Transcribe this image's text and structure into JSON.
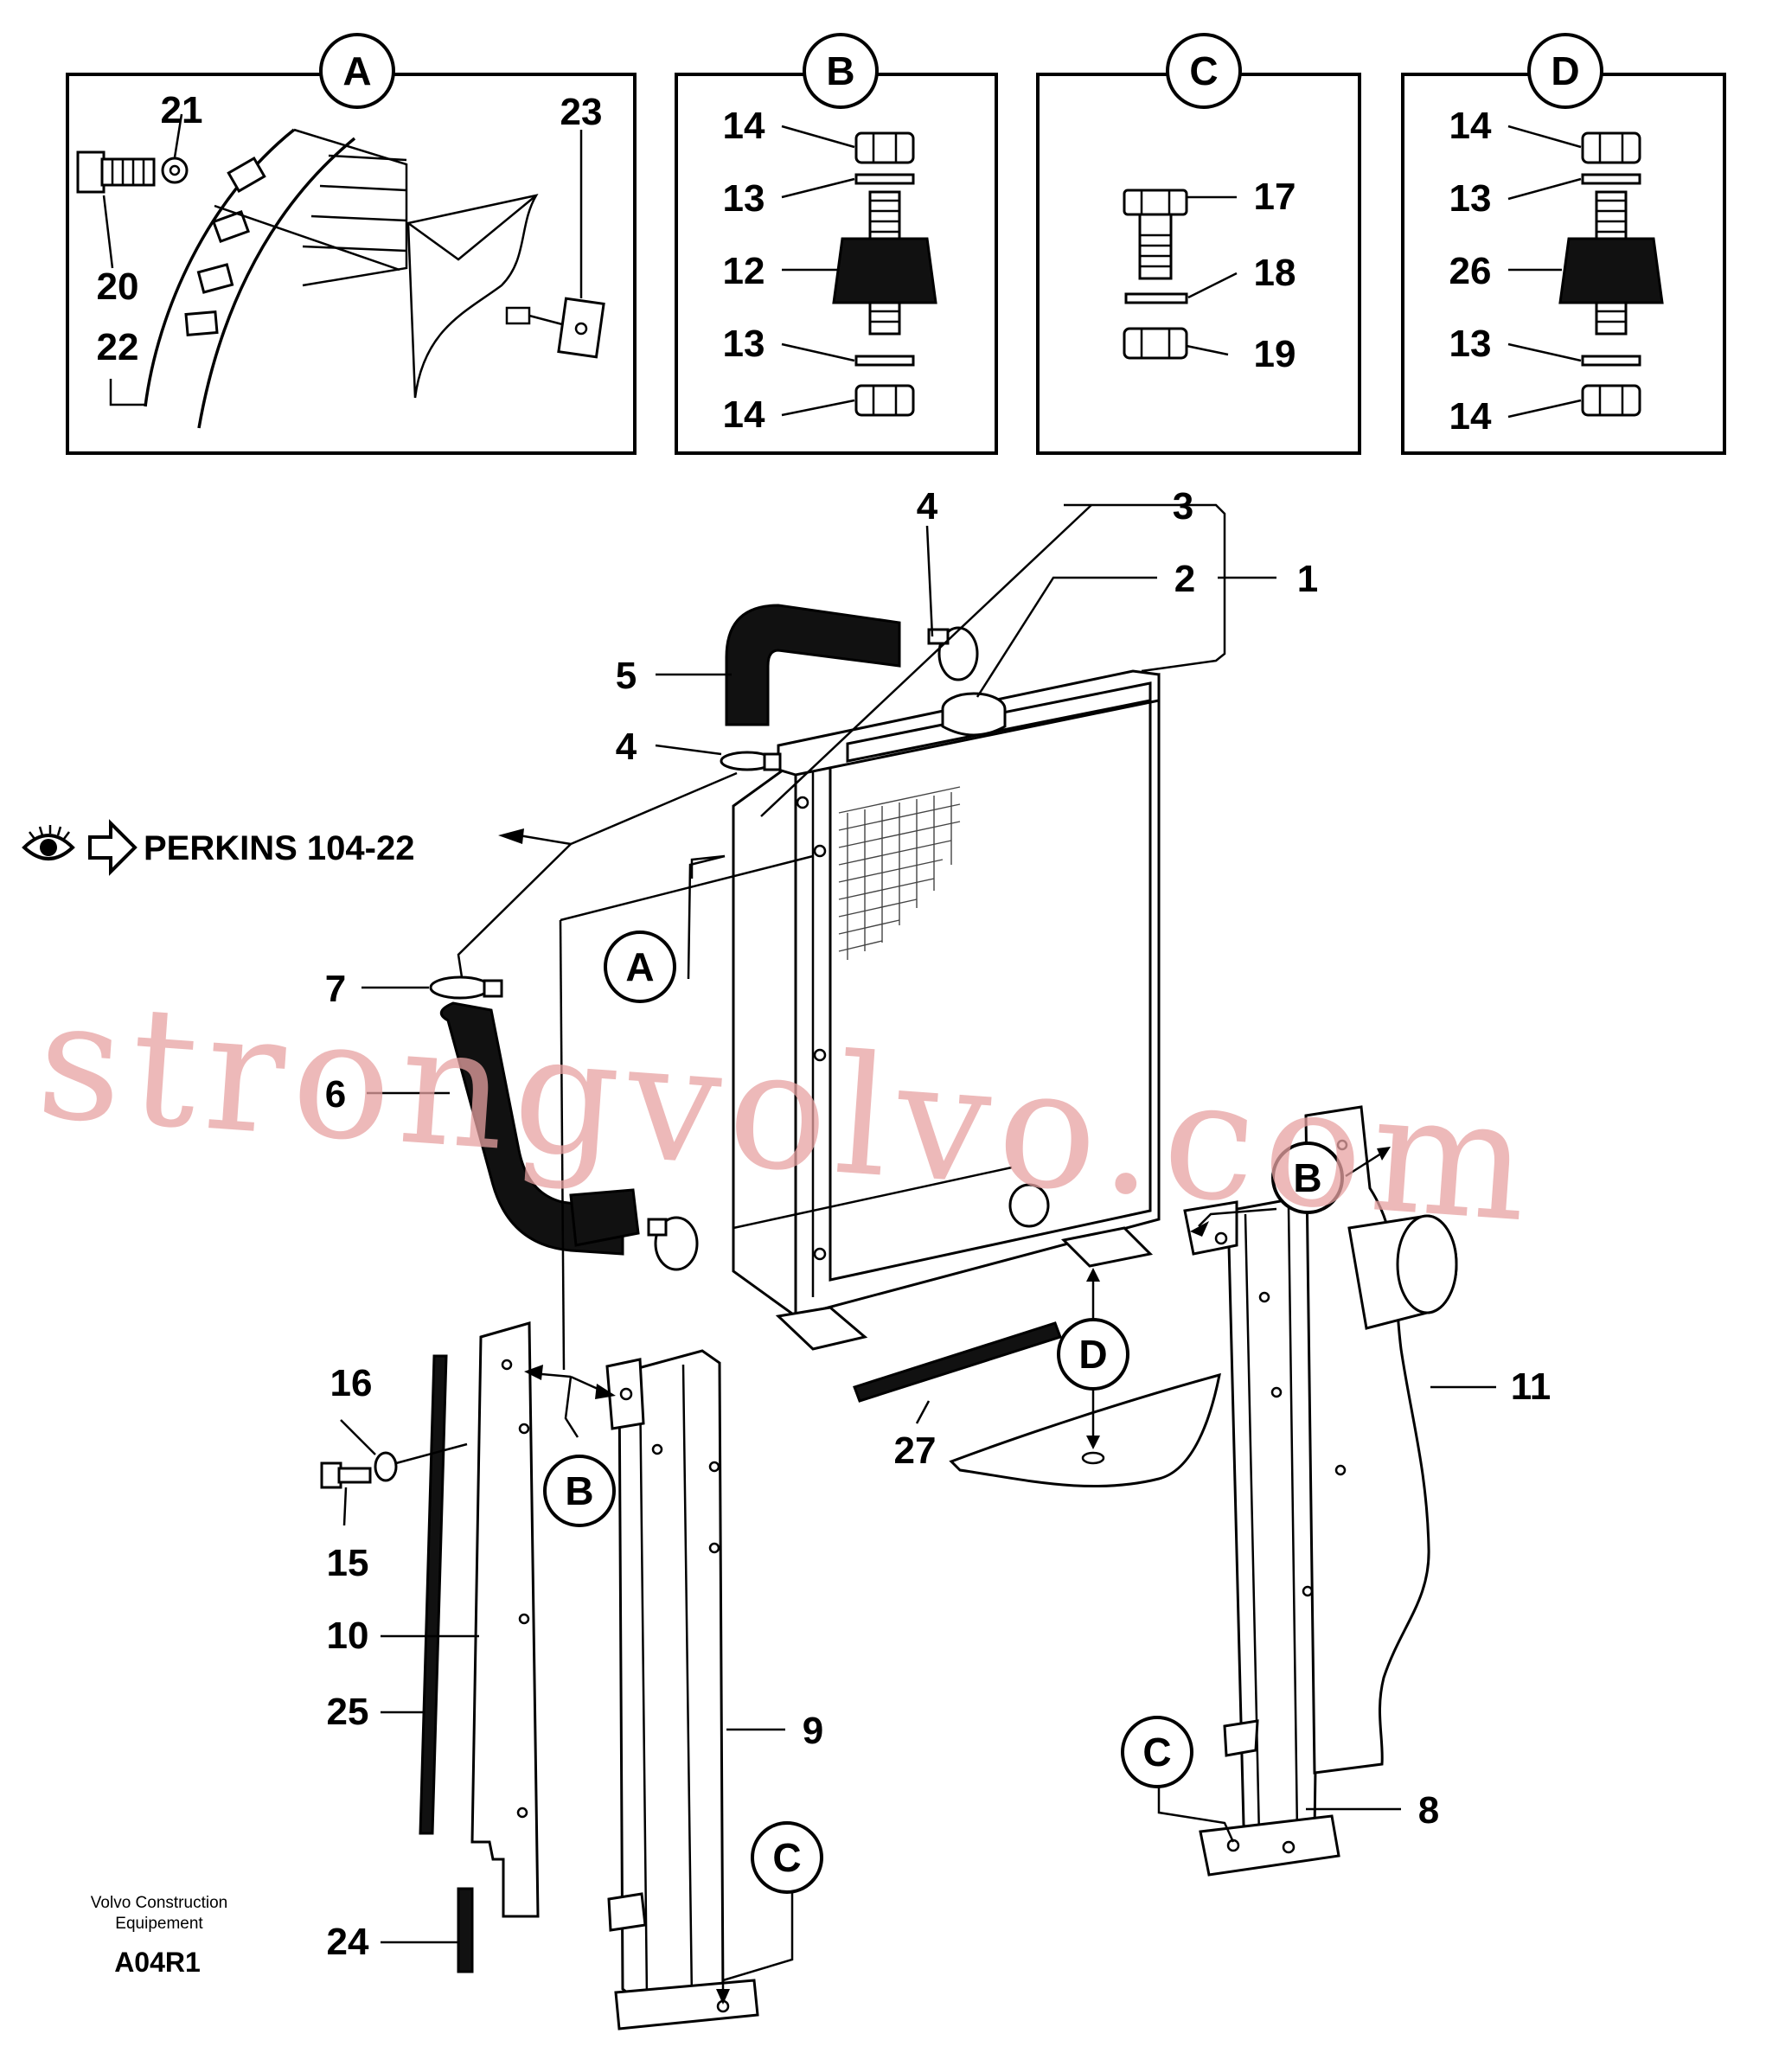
{
  "panels": {
    "a": {
      "letter": "A",
      "labels": [
        "21",
        "23",
        "20",
        "22"
      ]
    },
    "b": {
      "letter": "B",
      "labels": [
        "14",
        "13",
        "12",
        "13",
        "14"
      ]
    },
    "c": {
      "letter": "C",
      "labels": [
        "17",
        "18",
        "19"
      ]
    },
    "d": {
      "letter": "D",
      "labels": [
        "14",
        "13",
        "26",
        "13",
        "14"
      ]
    }
  },
  "callouts": [
    "1",
    "2",
    "3",
    "4",
    "4",
    "5",
    "6",
    "7",
    "8",
    "9",
    "10",
    "11",
    "15",
    "16",
    "24",
    "25",
    "27"
  ],
  "refs": {
    "a": "A",
    "b_left": "B",
    "b_right": "B",
    "c_left": "C",
    "c_right": "C",
    "d": "D"
  },
  "cross_ref": {
    "text": "PERKINS 104-22",
    "icons": [
      "eye-icon",
      "arrow-right-icon"
    ]
  },
  "footer": {
    "company_line1": "Volvo Construction",
    "company_line2": "Equipement",
    "code": "A04R1"
  },
  "watermark": "strongvolvo.com"
}
